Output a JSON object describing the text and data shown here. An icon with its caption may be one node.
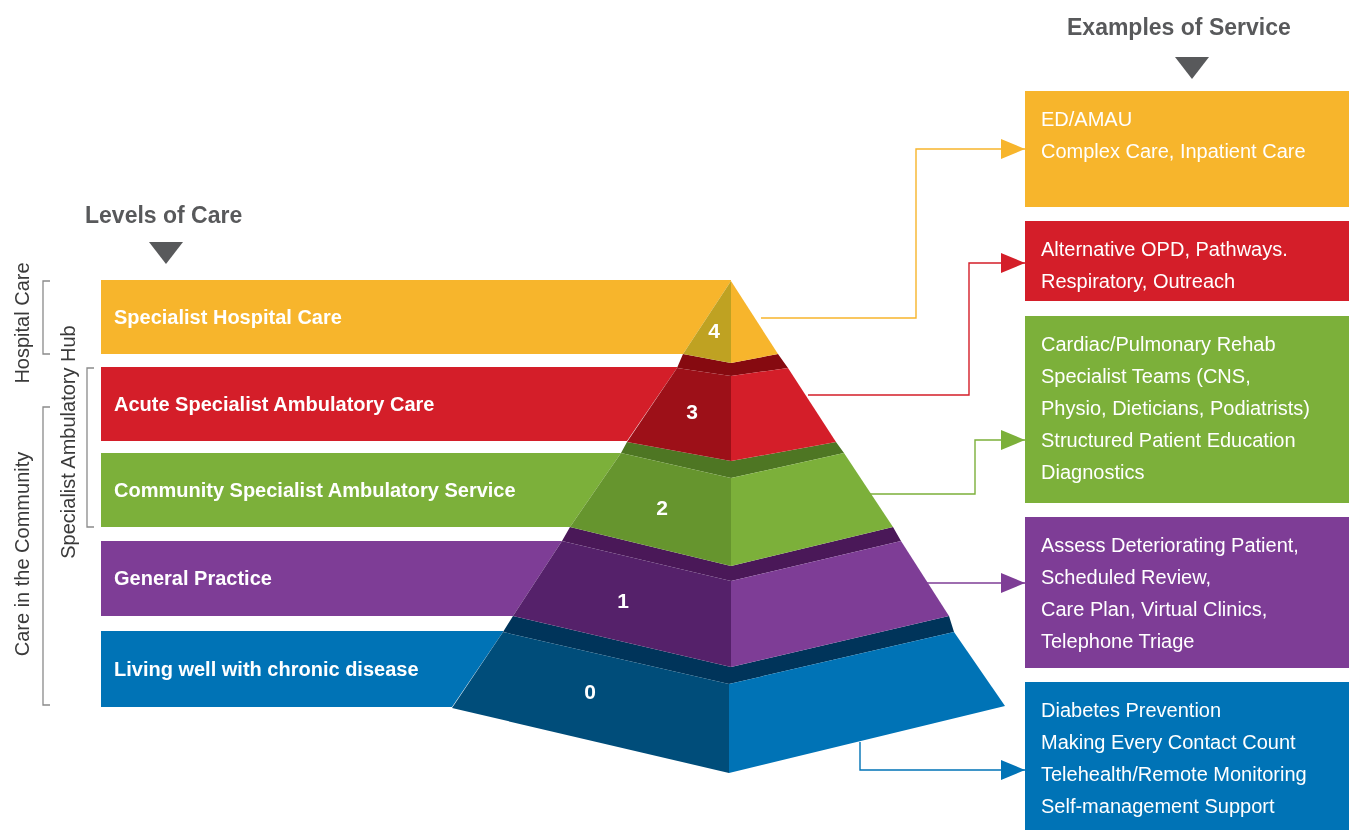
{
  "diagram": {
    "nodes": [
      {
        "text": [
          "Specialist Hospital Care"
        ]
      },
      {
        "text": [
          "Acute Specialist Ambulatory Care"
        ]
      },
      {
        "text": [
          "Community Specialist Ambulatory Service"
        ]
      },
      {
        "text": [
          "General Practice"
        ]
      },
      {
        "text": [
          "Living well with chronic disease"
        ]
      },
      {
        "text": [
          "4"
        ]
      },
      {
        "text": [
          "3"
        ]
      },
      {
        "text": [
          "2"
        ]
      },
      {
        "text": [
          "1"
        ]
      },
      {
        "text": [
          "0"
        ]
      },
      {
        "text": [
          "ED/AMAU",
          "Complex Care, Inpatient Care"
        ]
      },
      {
        "text": [
          "Alternative OPD, Pathways.",
          "Respiratory, Outreach"
        ]
      },
      {
        "text": [
          "Cardiac/Pulmonary Rehab",
          "Specialist Teams (CNS, Physio, Dieticians, Podiatrists)",
          "Structured Patient Education",
          "Diagnostics"
        ]
      },
      {
        "text": [
          "Assess Deteriorating Patient,",
          "Scheduled Review,",
          "Care Plan, Virtual Clinics,",
          "Telephone Triage"
        ]
      },
      {
        "text": [
          "Diabetes Prevention",
          "Making Every Contact Count",
          "Telehealth/Remote Monitoring",
          "Self-management Support"
        ]
      }
    ],
    "edges": [
      {
        "from": 5,
        "to": 10,
        "arrow": "to",
        "color": "#f7b52c"
      },
      {
        "from": 6,
        "to": 11,
        "arrow": "to",
        "color": "#d41e29"
      },
      {
        "from": 7,
        "to": 12,
        "arrow": "to",
        "color": "#7cb03a"
      },
      {
        "from": 8,
        "to": 13,
        "arrow": "to",
        "color": "#7e3d96"
      },
      {
        "from": 9,
        "to": 14,
        "arrow": "to",
        "color": "#0073b6"
      }
    ],
    "labels": [
      "Examples of Service",
      "Levels of Care",
      "Hospital Care",
      "Care in the Community",
      "Specialist Ambulatory Hub"
    ]
  }
}
